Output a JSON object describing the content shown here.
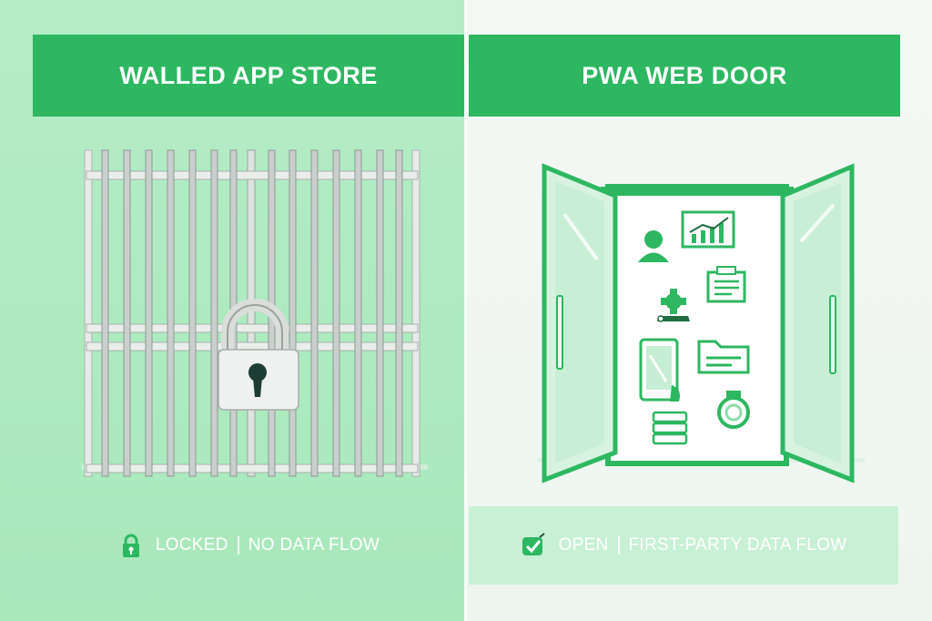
{
  "left": {
    "title": "WALLED APP STORE",
    "status": {
      "primary": "LOCKED",
      "secondary": "NO DATA FLOW",
      "icon": "padlock-icon"
    }
  },
  "right": {
    "title": "PWA WEB DOOR",
    "status": {
      "primary": "OPEN",
      "secondary": "FIRST-PARTY DATA FLOW",
      "icon": "checkbox-icon"
    }
  },
  "colors": {
    "accent": "#2db761",
    "left_bg": "#b5ecc6",
    "right_bg": "#f3f7f4",
    "dark": "#1f4f3c"
  }
}
